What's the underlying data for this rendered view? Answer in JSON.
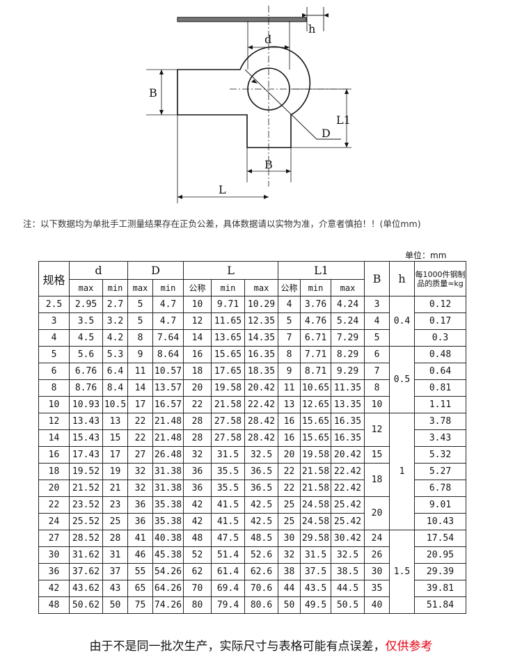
{
  "drawing": {
    "labels": {
      "d": "d",
      "h": "h",
      "B_left": "B",
      "L1": "L1",
      "D": "D",
      "B_bottom": "B",
      "L": "L"
    }
  },
  "note": "注：以下数据均为单批手工测量结果存在正负公差，具体数据请以实物为准，介意者慎拍！！(单位mm)",
  "unit_label": "单位：mm",
  "table": {
    "h_spec": "规格",
    "h_d": "d",
    "h_D": "D",
    "h_L": "L",
    "h_L1": "L1",
    "h_B": "B",
    "h_h": "h",
    "h_mass": "每1000件钢制品的质量≈kg",
    "sub": {
      "max": "max",
      "min": "min",
      "nominal": "公称"
    },
    "rows": [
      [
        "2.5",
        "2.95",
        "2.7",
        "5",
        "4.7",
        "10",
        "9.71",
        "10.29",
        "4",
        "3.76",
        "4.24",
        "3",
        "0.12"
      ],
      [
        "3",
        "3.5",
        "3.2",
        "5",
        "4.7",
        "12",
        "11.65",
        "12.35",
        "5",
        "4.76",
        "5.24",
        "4",
        "0.17"
      ],
      [
        "4",
        "4.5",
        "4.2",
        "8",
        "7.64",
        "14",
        "13.65",
        "14.35",
        "7",
        "6.71",
        "7.29",
        "5",
        "0.3"
      ],
      [
        "5",
        "5.6",
        "5.3",
        "9",
        "8.64",
        "16",
        "15.65",
        "16.35",
        "8",
        "7.71",
        "8.29",
        "6",
        "0.48"
      ],
      [
        "6",
        "6.76",
        "6.4",
        "11",
        "10.57",
        "18",
        "17.65",
        "18.35",
        "9",
        "8.71",
        "9.29",
        "7",
        "0.64"
      ],
      [
        "8",
        "8.76",
        "8.4",
        "14",
        "13.57",
        "20",
        "19.58",
        "20.42",
        "11",
        "10.65",
        "11.35",
        "8",
        "0.81"
      ],
      [
        "10",
        "10.93",
        "10.5",
        "17",
        "16.57",
        "22",
        "21.58",
        "22.42",
        "13",
        "12.65",
        "13.35",
        "10",
        "1.11"
      ],
      [
        "12",
        "13.43",
        "13",
        "22",
        "21.48",
        "28",
        "27.58",
        "28.42",
        "16",
        "15.65",
        "16.35",
        "12",
        "3.78"
      ],
      [
        "14",
        "15.43",
        "15",
        "22",
        "21.48",
        "28",
        "27.58",
        "28.42",
        "16",
        "15.65",
        "16.35",
        "",
        "3.43"
      ],
      [
        "16",
        "17.43",
        "17",
        "27",
        "26.48",
        "32",
        "31.5",
        "32.5",
        "20",
        "19.58",
        "20.42",
        "15",
        "5.32"
      ],
      [
        "18",
        "19.52",
        "19",
        "32",
        "31.38",
        "36",
        "35.5",
        "36.5",
        "22",
        "21.58",
        "22.42",
        "18",
        "5.27"
      ],
      [
        "20",
        "21.52",
        "21",
        "32",
        "31.38",
        "36",
        "35.5",
        "36.5",
        "22",
        "21.58",
        "22.42",
        "",
        "6.78"
      ],
      [
        "22",
        "23.52",
        "23",
        "36",
        "35.38",
        "42",
        "41.5",
        "42.5",
        "25",
        "24.58",
        "25.42",
        "20",
        "9.01"
      ],
      [
        "24",
        "25.52",
        "25",
        "36",
        "35.38",
        "42",
        "41.5",
        "42.5",
        "25",
        "24.58",
        "25.42",
        "",
        "10.43"
      ],
      [
        "27",
        "28.52",
        "28",
        "41",
        "40.38",
        "48",
        "47.5",
        "48.5",
        "30",
        "29.58",
        "30.42",
        "24",
        "17.54"
      ],
      [
        "30",
        "31.62",
        "31",
        "46",
        "45.38",
        "52",
        "51.4",
        "52.6",
        "32",
        "31.5",
        "32.5",
        "26",
        "20.95"
      ],
      [
        "36",
        "37.62",
        "37",
        "55",
        "54.26",
        "62",
        "61.4",
        "62.6",
        "38",
        "37.5",
        "38.5",
        "30",
        "29.39"
      ],
      [
        "42",
        "43.62",
        "43",
        "65",
        "64.26",
        "70",
        "69.4",
        "70.6",
        "44",
        "43.5",
        "44.5",
        "35",
        "39.81"
      ],
      [
        "48",
        "50.62",
        "50",
        "75",
        "74.26",
        "80",
        "79.4",
        "80.6",
        "50",
        "49.5",
        "50.5",
        "40",
        "51.84"
      ]
    ],
    "h_values": [
      "0.4",
      "0.5",
      "1",
      "1.5"
    ]
  },
  "bottom_note": {
    "main": "由于不是同一批次生产，实际尺寸与表格可能有点误差，",
    "highlight": "仅供参考"
  }
}
